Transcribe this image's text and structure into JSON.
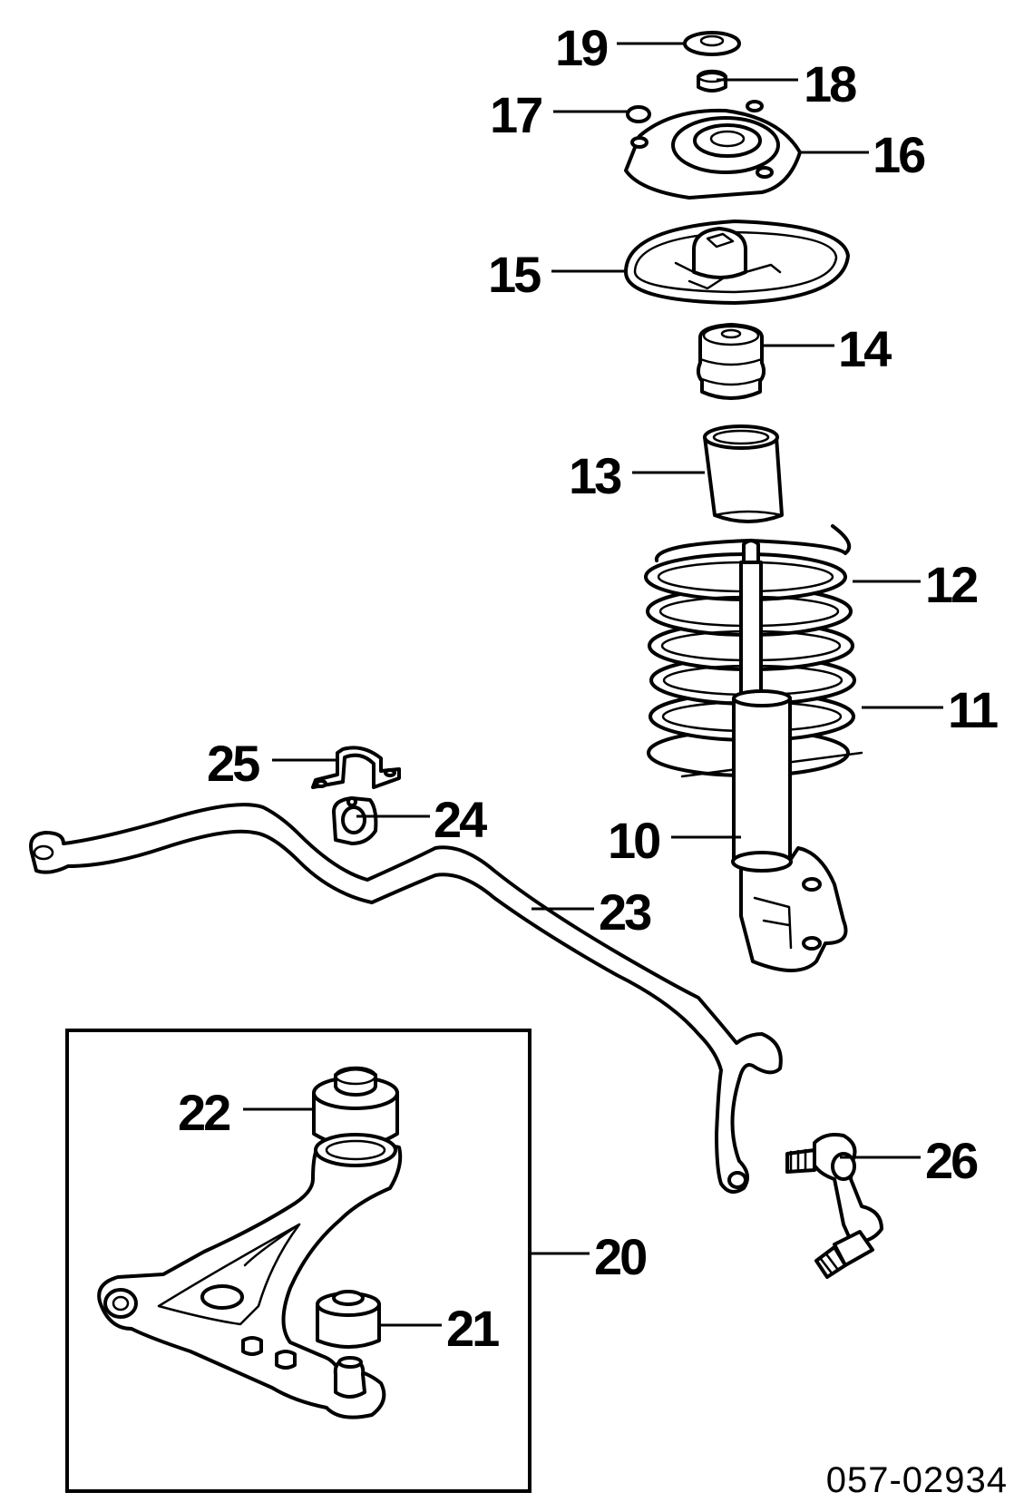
{
  "callouts": {
    "c10": "10",
    "c11": "11",
    "c12": "12",
    "c13": "13",
    "c14": "14",
    "c15": "15",
    "c16": "16",
    "c17": "17",
    "c18": "18",
    "c19": "19",
    "c20": "20",
    "c21": "21",
    "c22": "22",
    "c23": "23",
    "c24": "24",
    "c25": "25",
    "c26": "26"
  },
  "reference_code": "057-02934"
}
